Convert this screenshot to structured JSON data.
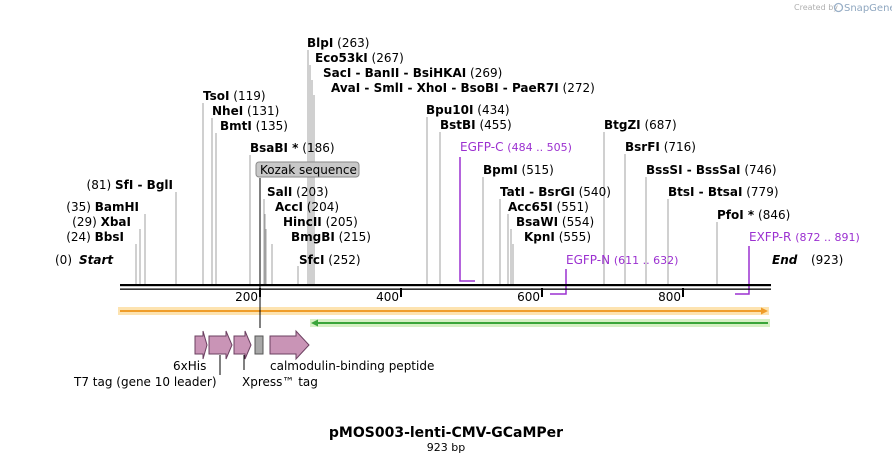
{
  "header": {
    "created_by": "Created by",
    "brand": "SnapGene"
  },
  "plasmid": {
    "name": "pMOS003-lenti-CMV-GCaMPer",
    "length_label": "923 bp",
    "length": 923
  },
  "map": {
    "start_label": "Start",
    "start_pos_label": "(0)",
    "end_label": "End",
    "end_pos_label": "(923)",
    "ruler_ticks": [
      200,
      400,
      600,
      800
    ]
  },
  "enzymes": [
    {
      "name": "BlpI",
      "pos": 263
    },
    {
      "name": "Eco53kI",
      "pos": 267
    },
    {
      "name": "SacI - BanII - BsiHKAI",
      "pos": 269
    },
    {
      "name": "AvaI - SmlI - XhoI - BsoBI - PaeR7I",
      "pos": 272
    },
    {
      "name": "TsoI",
      "pos": 119
    },
    {
      "name": "NheI",
      "pos": 131
    },
    {
      "name": "BmtI",
      "pos": 135
    },
    {
      "name": "BsaBI *",
      "pos": 186
    },
    {
      "name": "SalI",
      "pos": 203
    },
    {
      "name": "AccI",
      "pos": 204
    },
    {
      "name": "HincII",
      "pos": 205
    },
    {
      "name": "BmgBI",
      "pos": 215
    },
    {
      "name": "SfcI",
      "pos": 252
    },
    {
      "name": "SfI - BglI",
      "pos": 81
    },
    {
      "name": "BamHI",
      "pos": 35
    },
    {
      "name": "XbaI",
      "pos": 29
    },
    {
      "name": "BbsI",
      "pos": 24
    },
    {
      "name": "Bpu10I",
      "pos": 434
    },
    {
      "name": "BstBI",
      "pos": 455
    },
    {
      "name": "BpmI",
      "pos": 515
    },
    {
      "name": "TatI - BsrGI",
      "pos": 540
    },
    {
      "name": "Acc65I",
      "pos": 551
    },
    {
      "name": "BsaWI",
      "pos": 554
    },
    {
      "name": "KpnI",
      "pos": 555
    },
    {
      "name": "BtgZI",
      "pos": 687
    },
    {
      "name": "BsrFI",
      "pos": 716
    },
    {
      "name": "BssSI - BssSaI",
      "pos": 746
    },
    {
      "name": "BtsI - BtsaI",
      "pos": 779
    },
    {
      "name": "PfoI *",
      "pos": 846
    }
  ],
  "primers": [
    {
      "name": "EGFP-C",
      "range": "(484 .. 505)"
    },
    {
      "name": "EGFP-N",
      "range": "(611 .. 632)"
    },
    {
      "name": "EXFP-R",
      "range": "(872 .. 891)"
    }
  ],
  "features": [
    {
      "name": "Kozak sequence"
    },
    {
      "name": "6xHis"
    },
    {
      "name": "T7 tag (gene 10 leader)"
    },
    {
      "name": "Xpress™ tag"
    },
    {
      "name": "calmodulin-binding peptide"
    }
  ],
  "colors": {
    "enzyme_line": "#a0a0a0",
    "primer": "#9b30d0",
    "feature_fill": "#c994b6",
    "orf_forward": "#ef9d2a",
    "orf_reverse": "#3aa53a",
    "kozak_fill": "#c8c8c8"
  }
}
